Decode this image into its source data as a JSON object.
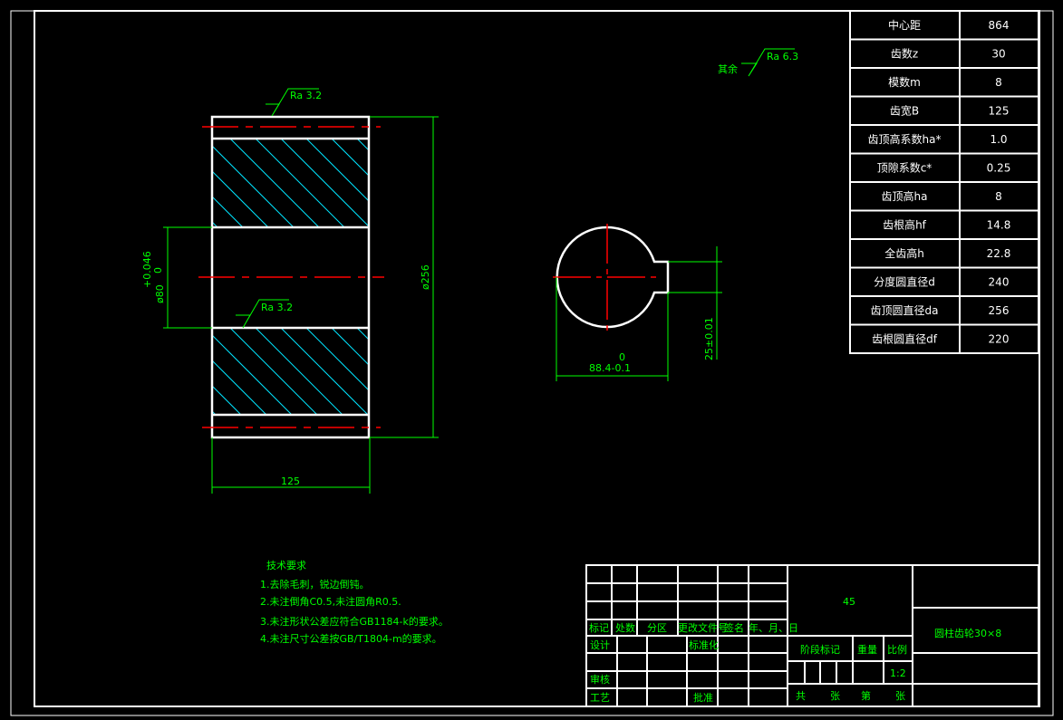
{
  "colors": {
    "background": "#000000",
    "lines": "#ffffff",
    "dimension": "#00ff00",
    "centerline": "#ff0000",
    "hatch": "#00e5ff"
  },
  "param_table": [
    {
      "label": "中心距",
      "value": "864"
    },
    {
      "label": "齿数z",
      "value": "30"
    },
    {
      "label": "模数m",
      "value": "8"
    },
    {
      "label": "齿宽B",
      "value": "125"
    },
    {
      "label": "齿顶高系数ha*",
      "value": "1.0"
    },
    {
      "label": "顶隙系数c*",
      "value": "0.25"
    },
    {
      "label": "齿顶高ha",
      "value": "8"
    },
    {
      "label": "齿根高hf",
      "value": "14.8"
    },
    {
      "label": "全齿高h",
      "value": "22.8"
    },
    {
      "label": "分度圆直径d",
      "value": "240"
    },
    {
      "label": "齿顶圆直径da",
      "value": "256"
    },
    {
      "label": "齿根圆直径df",
      "value": "220"
    }
  ],
  "section_view": {
    "roughness_top": "Ra 3.2",
    "roughness_bore": "Ra 3.2",
    "dim_outer_diameter": "ø256",
    "dim_bore": "ø80",
    "dim_bore_tol_upper": "+0.046",
    "dim_bore_tol_lower": "0",
    "dim_width": "125"
  },
  "end_view": {
    "roughness_other_label": "其余",
    "roughness_other": "Ra 6.3",
    "dim_keyway_width": "25±0.01",
    "dim_keyway_depth": "88.4-0.1",
    "dim_keyway_depth_upper": "0"
  },
  "tech_requirements": {
    "title": "技术要求",
    "items": [
      "1.去除毛刺，锐边倒钝。",
      "2.未注倒角C0.5,未注圆角R0.5.",
      "3.未注形状公差应符合GB1184-k的要求。",
      "4.未注尺寸公差按GB/T1804-m的要求。"
    ]
  },
  "title_block": {
    "rev_headers": [
      "标记",
      "处数",
      "分区",
      "更改文件号",
      "签名",
      "年、月、日"
    ],
    "design": "设计",
    "standardize": "标准化",
    "review": "审核",
    "process": "工艺",
    "approve": "批准",
    "material": "45",
    "stage_mark": "阶段标记",
    "weight": "重量",
    "scale_label": "比例",
    "scale": "1:2",
    "sheet_total": "共",
    "sheet_unit1": "张",
    "sheet_no": "第",
    "sheet_unit2": "张",
    "part_name": "圆柱齿轮30×8"
  }
}
